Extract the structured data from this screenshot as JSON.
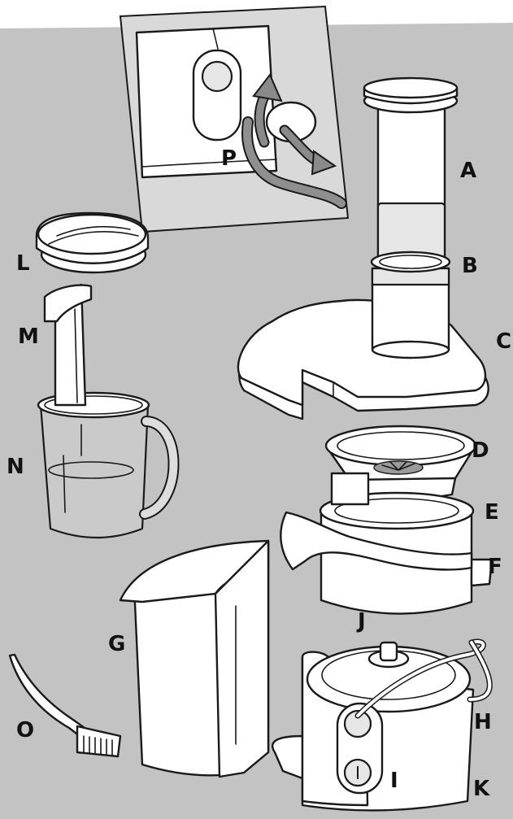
{
  "diagram": {
    "background_color": "#c3c3c3",
    "inset_color": "#d9d9d9",
    "labels": {
      "A": "A",
      "B": "B",
      "C": "C",
      "D": "D",
      "E": "E",
      "F": "F",
      "G": "G",
      "H": "H",
      "I": "I",
      "J": "J",
      "K": "K",
      "L": "L",
      "M": "M",
      "N": "N",
      "O": "O",
      "P": "P"
    }
  }
}
